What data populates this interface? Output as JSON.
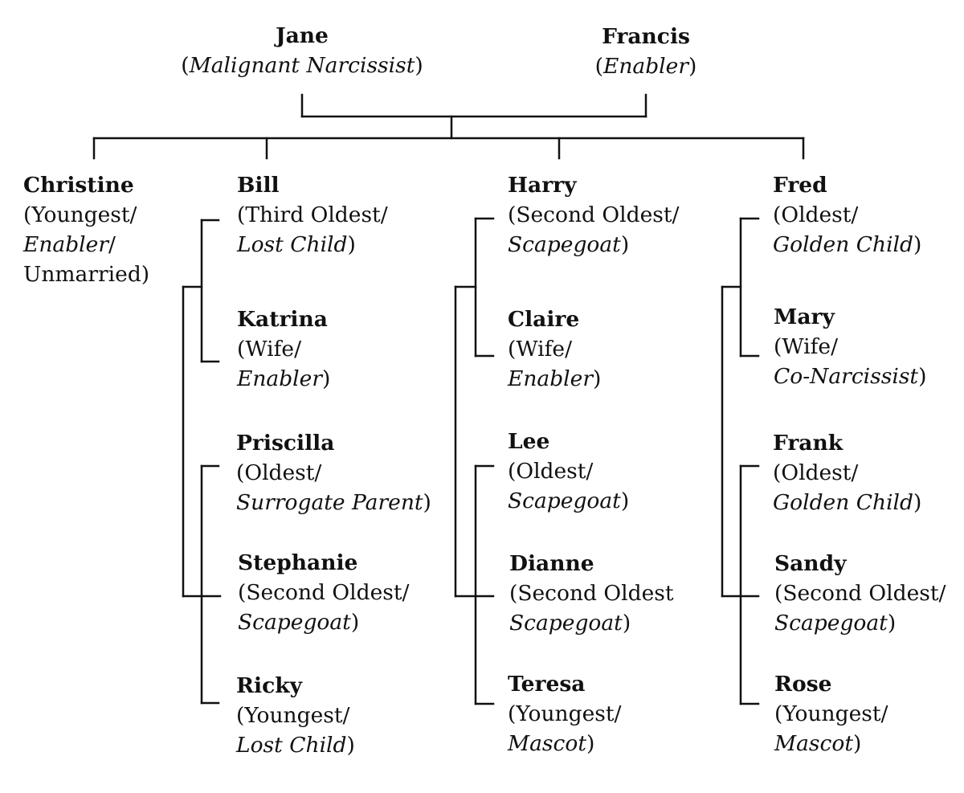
{
  "parents": [
    {
      "id": "jane",
      "name": "Jane",
      "roles": [
        [
          "(",
          ""
        ],
        [
          "",
          "Malignant Narcissist"
        ],
        [
          ")",
          ""
        ]
      ]
    },
    {
      "id": "francis",
      "name": "Francis",
      "roles": [
        [
          "(",
          ""
        ],
        [
          "",
          "Enabler"
        ],
        [
          ")",
          ""
        ]
      ]
    }
  ],
  "people": [
    {
      "id": "christine",
      "name": "Christine",
      "lines": [
        [
          [
            "(Youngest/",
            ""
          ]
        ],
        [
          [
            "",
            "Enabler"
          ],
          [
            "/",
            ""
          ]
        ],
        [
          [
            "Unmarried)",
            ""
          ]
        ]
      ]
    },
    {
      "id": "bill",
      "name": "Bill",
      "lines": [
        [
          [
            "(Third Oldest/",
            ""
          ]
        ],
        [
          [
            "",
            "Lost Child"
          ],
          [
            ")",
            ""
          ]
        ]
      ]
    },
    {
      "id": "katrina",
      "name": "Katrina",
      "lines": [
        [
          [
            "(Wife/",
            ""
          ]
        ],
        [
          [
            "",
            "Enabler"
          ],
          [
            ")",
            ""
          ]
        ]
      ]
    },
    {
      "id": "priscilla",
      "name": "Priscilla",
      "lines": [
        [
          [
            "(Oldest/",
            ""
          ]
        ],
        [
          [
            "",
            "Surrogate Parent"
          ],
          [
            ")",
            ""
          ]
        ]
      ]
    },
    {
      "id": "stephanie",
      "name": "Stephanie",
      "lines": [
        [
          [
            "(Second Oldest/",
            ""
          ]
        ],
        [
          [
            "",
            "Scapegoat"
          ],
          [
            ")",
            ""
          ]
        ]
      ]
    },
    {
      "id": "ricky",
      "name": "Ricky",
      "lines": [
        [
          [
            "(Youngest/",
            ""
          ]
        ],
        [
          [
            "",
            "Lost Child"
          ],
          [
            ")",
            ""
          ]
        ]
      ]
    },
    {
      "id": "harry",
      "name": "Harry",
      "lines": [
        [
          [
            "(Second Oldest/",
            ""
          ]
        ],
        [
          [
            "",
            "Scapegoat"
          ],
          [
            ")",
            ""
          ]
        ]
      ]
    },
    {
      "id": "claire",
      "name": "Claire",
      "lines": [
        [
          [
            "(Wife/",
            ""
          ]
        ],
        [
          [
            "",
            "Enabler"
          ],
          [
            ")",
            ""
          ]
        ]
      ]
    },
    {
      "id": "lee",
      "name": "Lee",
      "lines": [
        [
          [
            "(Oldest/",
            ""
          ]
        ],
        [
          [
            "",
            "Scapegoat"
          ],
          [
            ")",
            ""
          ]
        ]
      ]
    },
    {
      "id": "dianne",
      "name": "Dianne",
      "lines": [
        [
          [
            "(Second Oldest",
            ""
          ]
        ],
        [
          [
            "",
            "Scapegoat"
          ],
          [
            ")",
            ""
          ]
        ]
      ]
    },
    {
      "id": "teresa",
      "name": "Teresa",
      "lines": [
        [
          [
            "(Youngest/",
            ""
          ]
        ],
        [
          [
            "",
            "Mascot"
          ],
          [
            ")",
            ""
          ]
        ]
      ]
    },
    {
      "id": "fred",
      "name": "Fred",
      "lines": [
        [
          [
            "(Oldest/",
            ""
          ]
        ],
        [
          [
            "",
            "Golden Child"
          ],
          [
            ")",
            ""
          ]
        ]
      ]
    },
    {
      "id": "mary",
      "name": "Mary",
      "lines": [
        [
          [
            "(Wife/",
            ""
          ]
        ],
        [
          [
            "",
            "Co-Narcissist"
          ],
          [
            ")",
            ""
          ]
        ]
      ]
    },
    {
      "id": "frank",
      "name": "Frank",
      "lines": [
        [
          [
            "(Oldest/",
            ""
          ]
        ],
        [
          [
            "",
            "Golden Child"
          ],
          [
            ")",
            ""
          ]
        ]
      ]
    },
    {
      "id": "sandy",
      "name": "Sandy",
      "lines": [
        [
          [
            "(Second Oldest/",
            ""
          ]
        ],
        [
          [
            "",
            "Scapegoat"
          ],
          [
            ")",
            ""
          ]
        ]
      ]
    },
    {
      "id": "rose",
      "name": "Rose",
      "lines": [
        [
          [
            "(Youngest/",
            ""
          ]
        ],
        [
          [
            "",
            "Mascot"
          ],
          [
            ")",
            ""
          ]
        ]
      ]
    }
  ],
  "colors": {
    "line": "#111111",
    "text": "#111111",
    "background": "#ffffff"
  }
}
